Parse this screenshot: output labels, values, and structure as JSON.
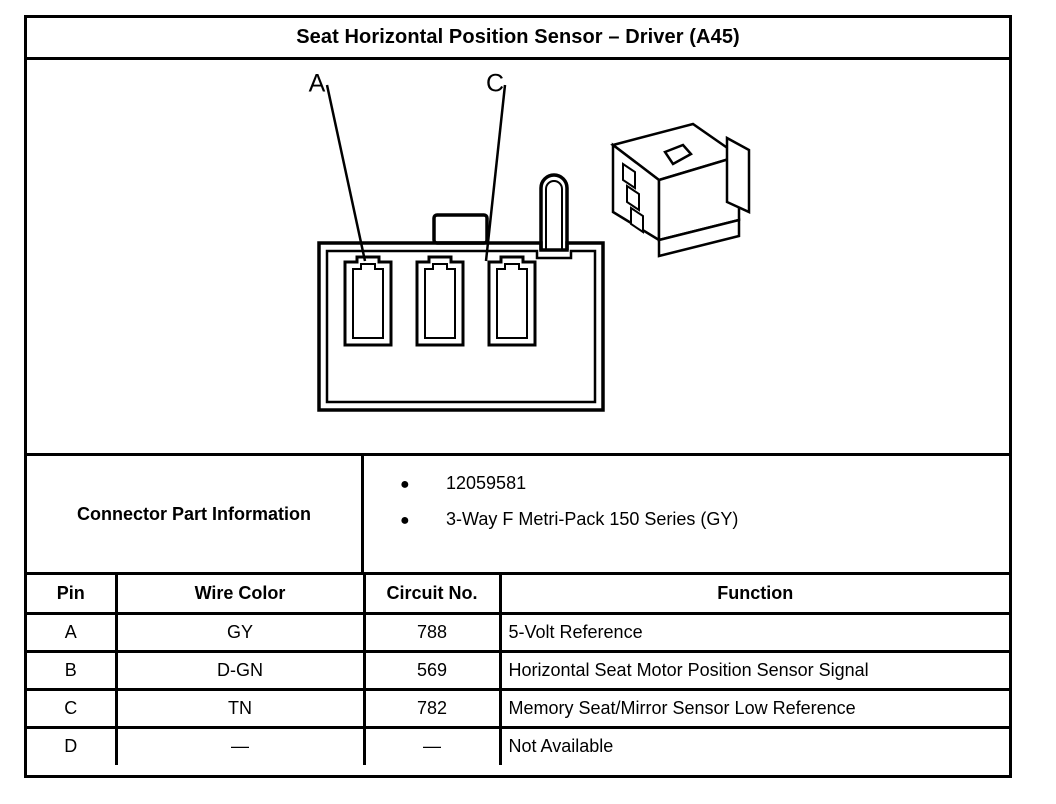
{
  "header": {
    "title": "Seat Horizontal Position Sensor – Driver (A45)"
  },
  "illustration": {
    "callouts": [
      {
        "label": "A",
        "target_pin": "A"
      },
      {
        "label": "C",
        "target_pin": "C"
      }
    ],
    "views": [
      "connector-face-view",
      "connector-isometric-view"
    ],
    "cavity_count": 3
  },
  "connector_part_information": {
    "label": "Connector Part Information",
    "items": [
      "12059581",
      "3-Way F Metri-Pack 150 Series (GY)"
    ]
  },
  "pin_table": {
    "columns": [
      "Pin",
      "Wire Color",
      "Circuit No.",
      "Function"
    ],
    "rows": [
      {
        "pin": "A",
        "wire_color": "GY",
        "circuit_no": "788",
        "function": "5-Volt Reference"
      },
      {
        "pin": "B",
        "wire_color": "D-GN",
        "circuit_no": "569",
        "function": "Horizontal Seat Motor Position Sensor Signal"
      },
      {
        "pin": "C",
        "wire_color": "TN",
        "circuit_no": "782",
        "function": "Memory Seat/Mirror Sensor Low Reference"
      },
      {
        "pin": "D",
        "wire_color": "—",
        "circuit_no": "—",
        "function": "Not Available"
      }
    ]
  },
  "colors": {
    "ink": "#000000",
    "paper": "#ffffff"
  }
}
